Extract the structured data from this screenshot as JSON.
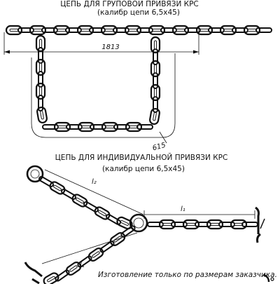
{
  "group_chain": {
    "title": "ЦЕПЬ ДЛЯ ГРУПОВОЙ ПРИВЯЗИ КРС",
    "subtitle": "(калибр цепи 6,5х45)",
    "dimension_long": "1813",
    "dimension_short": "615"
  },
  "individual_chain": {
    "title": "ЦЕПЬ ДЛЯ ИНДИВИДУАЛЬНОЙ ПРИВЯЗИ КРС",
    "subtitle": "(калибр цепи 6,5х45)",
    "label_l2": "l₂",
    "label_l1": "l₁",
    "label_l1_lower": "l₁"
  },
  "note": "Изготовление только по размерам заказчика."
}
